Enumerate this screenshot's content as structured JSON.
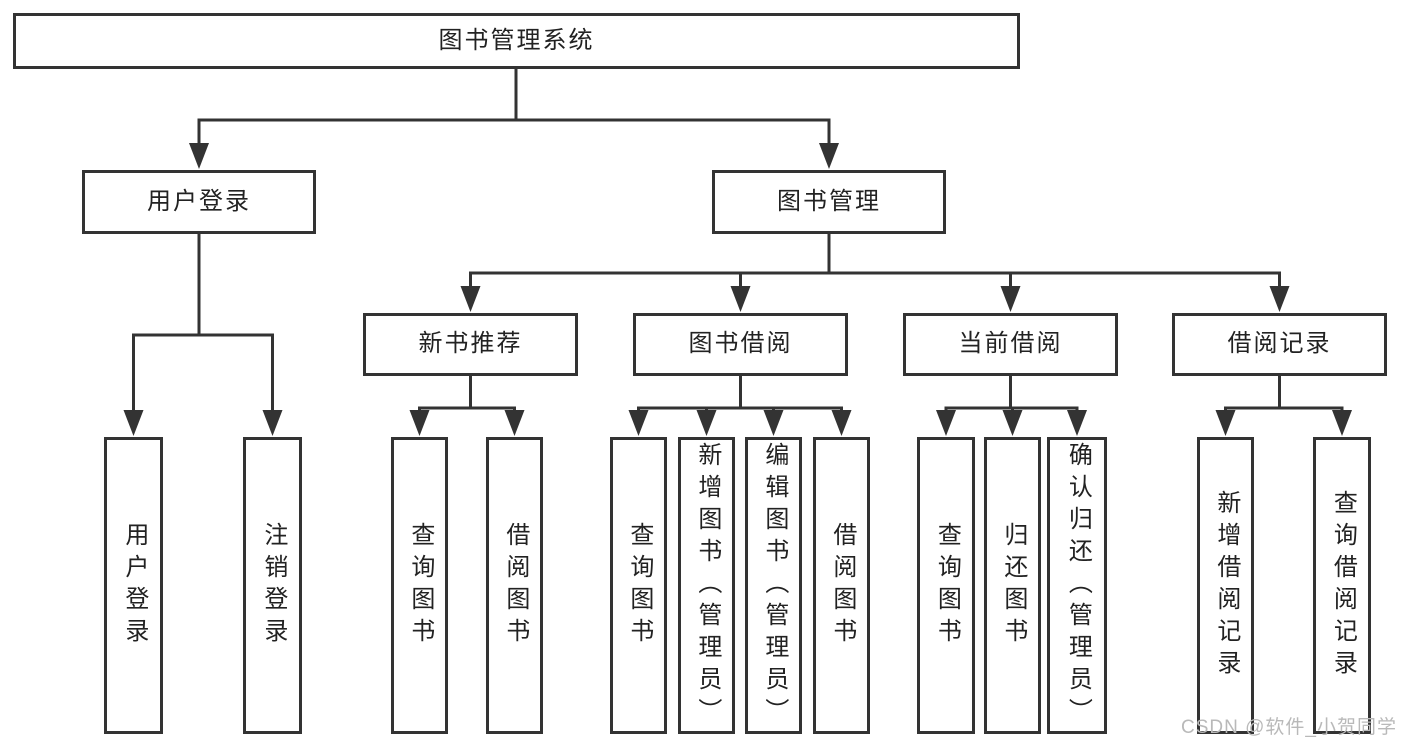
{
  "diagram_title": "图书管理系统",
  "colors": {
    "line": "#333333",
    "box_border": "#333333",
    "text": "#222222",
    "background": "#ffffff",
    "watermark": "#b9b9b9"
  },
  "tree": {
    "label": "图书管理系统",
    "children": [
      {
        "label": "用户登录",
        "children": [
          {
            "label": "用户登录"
          },
          {
            "label": "注销登录"
          }
        ]
      },
      {
        "label": "图书管理",
        "children": [
          {
            "label": "新书推荐",
            "children": [
              {
                "label": "查询图书"
              },
              {
                "label": "借阅图书"
              }
            ]
          },
          {
            "label": "图书借阅",
            "children": [
              {
                "label": "查询图书"
              },
              {
                "label": "新增图书（管理员）"
              },
              {
                "label": "编辑图书（管理员）"
              },
              {
                "label": "借阅图书"
              }
            ]
          },
          {
            "label": "当前借阅",
            "children": [
              {
                "label": "查询图书"
              },
              {
                "label": "归还图书"
              },
              {
                "label": "确认归还（管理员）"
              }
            ]
          },
          {
            "label": "借阅记录",
            "children": [
              {
                "label": "新增借阅记录"
              },
              {
                "label": "查询借阅记录"
              }
            ]
          }
        ]
      }
    ]
  },
  "watermark": {
    "text": "CSDN @软件_小贺同学"
  }
}
